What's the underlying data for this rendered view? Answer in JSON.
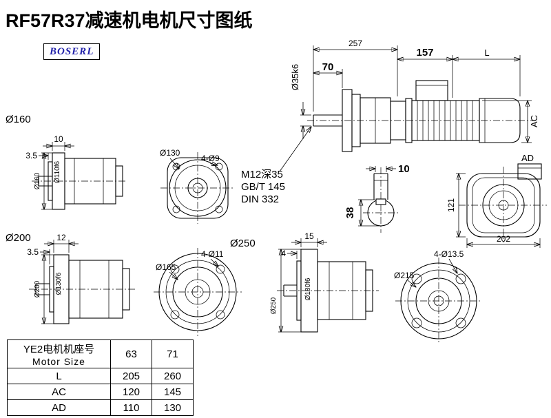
{
  "title": "RF57R37减速机电机尺寸图纸",
  "logo": "BOSERL",
  "colors": {
    "line": "#000000",
    "logo_text": "#2222aa",
    "background": "#ffffff"
  },
  "drawing": {
    "main_view": {
      "overall_length": "257",
      "motor_section_length": "157",
      "motor_length_var": "L",
      "shaft_length": "70",
      "shaft_diameter": "Ø35k6",
      "motor_height_var": "AC"
    },
    "center_hole_note": {
      "line1": "M12深35",
      "line2": "GB/T 145",
      "line3": "DIN 332"
    },
    "shaft_end_detail": {
      "key_width": "10",
      "section_height": "38"
    },
    "motor_rear_view": {
      "height_var": "AD",
      "side_dim": "121",
      "width_dim": "202"
    },
    "flange160": {
      "series_label": "Ø160",
      "thickness": "10",
      "spigot_depth": "3.5",
      "outer_dia": "Ø160",
      "spigot_dia": "Ø110f6"
    },
    "flange160_face": {
      "bolt_circle": "Ø130",
      "holes": "4-Ø9"
    },
    "flange200": {
      "series_label": "Ø200",
      "thickness": "12",
      "spigot_depth": "3.5",
      "outer_dia": "Ø200",
      "spigot_dia": "Ø130f6"
    },
    "flange200_face": {
      "bolt_circle": "Ø165",
      "holes": "4-Ø11"
    },
    "flange250": {
      "series_label": "Ø250",
      "thickness": "15",
      "spigot_depth": "4",
      "outer_dia": "Ø250",
      "spigot_dia": "Ø180f6"
    },
    "flange250_face": {
      "bolt_circle": "Ø215",
      "holes": "4-Ø13.5"
    }
  },
  "table": {
    "header": {
      "row_label_cn": "YE2电机机座号",
      "row_label_en": "Motor Size",
      "size1": "63",
      "size2": "71"
    },
    "rows": [
      {
        "label": "L",
        "size1": "205",
        "size2": "260"
      },
      {
        "label": "AC",
        "size1": "120",
        "size2": "145"
      },
      {
        "label": "AD",
        "size1": "110",
        "size2": "130"
      }
    ]
  }
}
